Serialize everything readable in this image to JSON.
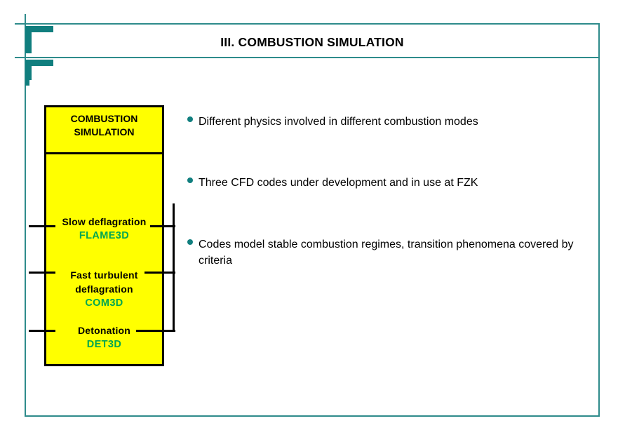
{
  "slide": {
    "title": "III. COMBUSTION SIMULATION",
    "colors": {
      "frame_teal": "#107E7E",
      "bullet_teal": "#117F7F",
      "box_yellow": "#FFFF00",
      "code_green": "#00A651",
      "text_black": "#000000"
    },
    "diagram": {
      "box_title": "COMBUSTION\nSIMULATION",
      "modes": [
        {
          "label": "Slow deflagration",
          "code": "FLAME3D"
        },
        {
          "label": "Fast turbulent\ndeflagration",
          "code": "COM3D"
        },
        {
          "label": "Detonation",
          "code": "DET3D"
        }
      ]
    },
    "bullets": [
      "Different physics involved in different combustion modes",
      "Three CFD codes under development and in use at FZK",
      "Codes model stable combustion regimes, transition phenomena covered by criteria"
    ]
  }
}
